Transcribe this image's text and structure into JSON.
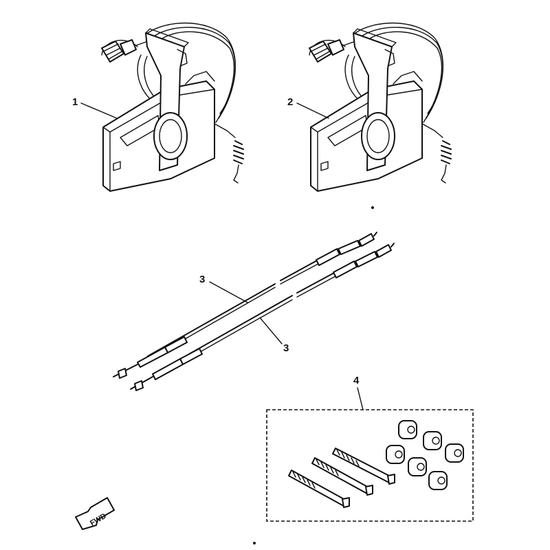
{
  "callouts": {
    "part1": "1",
    "part2": "2",
    "part3a": "3",
    "part3b": "3",
    "part4": "4"
  },
  "fwd_label": "FWD",
  "colors": {
    "line": "#111111",
    "background": "#ffffff"
  }
}
